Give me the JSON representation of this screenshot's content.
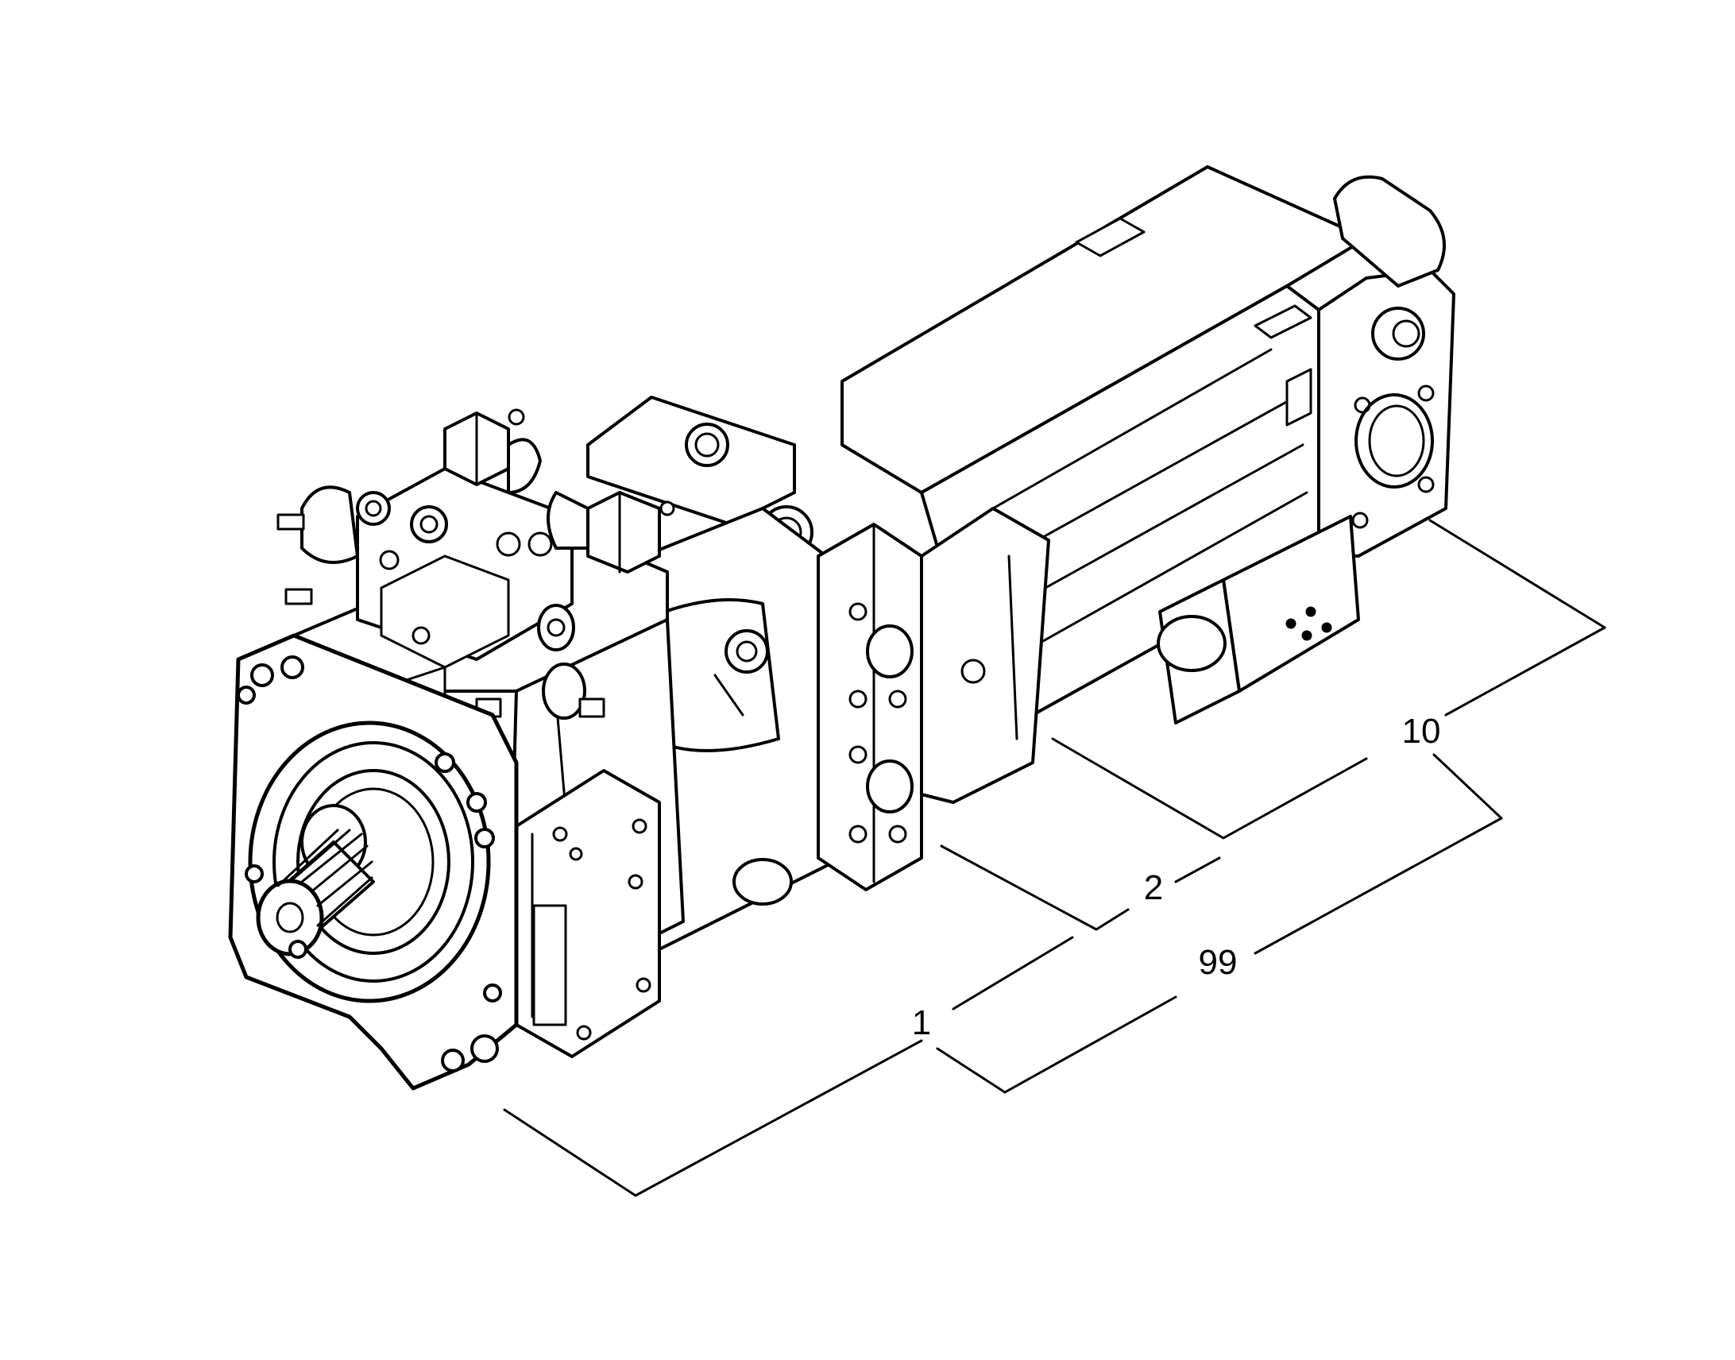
{
  "callouts": {
    "c1": "1",
    "c2": "2",
    "c10": "10",
    "c99": "99"
  },
  "colors": {
    "ink": "#000000",
    "paper": "#ffffff"
  }
}
